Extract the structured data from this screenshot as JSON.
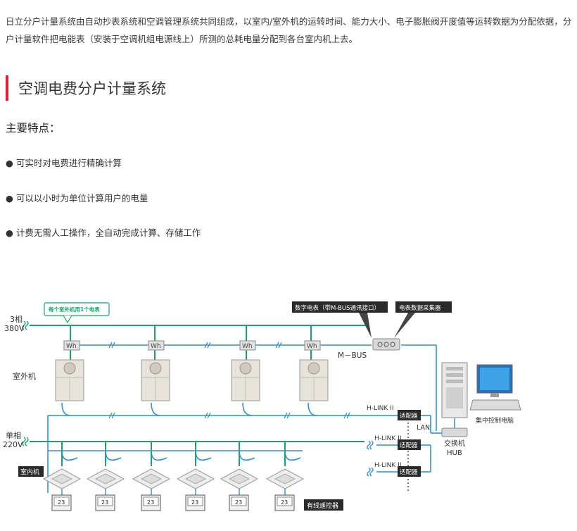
{
  "intro": "日立分户计量系统由自动抄表系统和空调管理系统共同组成，以室内/室外机的运转时间、能力大小、电子膨胀阀开度值等运转数据为分配依据，分户计量软件把电能表（安装于空调机组电源线上）所测的总耗电量分配到各台室内机上去。",
  "section_title": "空调电费分户计量系统",
  "features_heading": "主要特点：",
  "features": [
    "可实时对电费进行精确计算",
    "可以以小时为单位计算用户的电量",
    "计费无需人工操作，全自动完成计算、存储工作"
  ],
  "bullet": "●",
  "diagram": {
    "power_3phase": [
      "3相",
      "380V"
    ],
    "power_1phase": [
      "单相",
      "220V"
    ],
    "meter_label": "Wh",
    "callout_meter_per_unit": "每个室外机用1个电表",
    "callout_digital_meter": "数字电表（带M-BUS通讯接口）",
    "callout_collector": "电表数据采集器",
    "mbus_label": "M－BUS",
    "outdoor_label": "室外机",
    "indoor_label": "室内机",
    "hlink_label": "H-LINK II",
    "adapter_label": "适配器",
    "lan_label": "LAN",
    "switch_label": [
      "交换机",
      "HUB"
    ],
    "pc_label": "集中控制电脑",
    "remote_label": "有线遥控器",
    "remote_display": "23",
    "colors": {
      "power_line": "#1aa36a",
      "comm_line": "#2f8fd8",
      "black_label_bg": "#222222",
      "callout_green": "#1aa36a",
      "accent": "#e41f2d"
    }
  }
}
